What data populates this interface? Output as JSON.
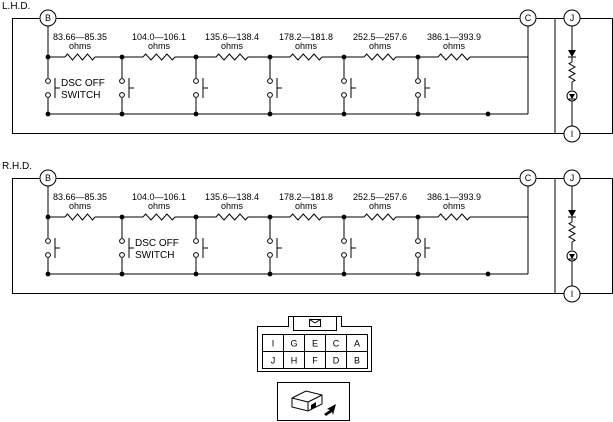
{
  "sections": [
    {
      "title": "L.H.D.",
      "terminals": {
        "b": "B",
        "c": "C",
        "j": "J",
        "i": "I"
      },
      "switch_label": [
        "DSC OFF",
        "SWITCH"
      ],
      "resistors": [
        {
          "range": "83.66—85.35",
          "unit": "ohms"
        },
        {
          "range": "104.0—106.1",
          "unit": "ohms"
        },
        {
          "range": "135.6—138.4",
          "unit": "ohms"
        },
        {
          "range": "178.2—181.8",
          "unit": "ohms"
        },
        {
          "range": "252.5—257.6",
          "unit": "ohms"
        },
        {
          "range": "386.1—393.9",
          "unit": "ohms"
        }
      ]
    },
    {
      "title": "R.H.D.",
      "terminals": {
        "b": "B",
        "c": "C",
        "j": "J",
        "i": "I"
      },
      "switch_label": [
        "DSC OFF",
        "SWITCH"
      ],
      "resistors": [
        {
          "range": "83.66—85.35",
          "unit": "ohms"
        },
        {
          "range": "104.0—106.1",
          "unit": "ohms"
        },
        {
          "range": "135.6—138.4",
          "unit": "ohms"
        },
        {
          "range": "178.2—181.8",
          "unit": "ohms"
        },
        {
          "range": "252.5—257.6",
          "unit": "ohms"
        },
        {
          "range": "386.1—393.9",
          "unit": "ohms"
        }
      ]
    }
  ],
  "connector": {
    "top_row": [
      "I",
      "G",
      "E",
      "C",
      "A"
    ],
    "bottom_row": [
      "J",
      "H",
      "F",
      "D",
      "B"
    ]
  }
}
